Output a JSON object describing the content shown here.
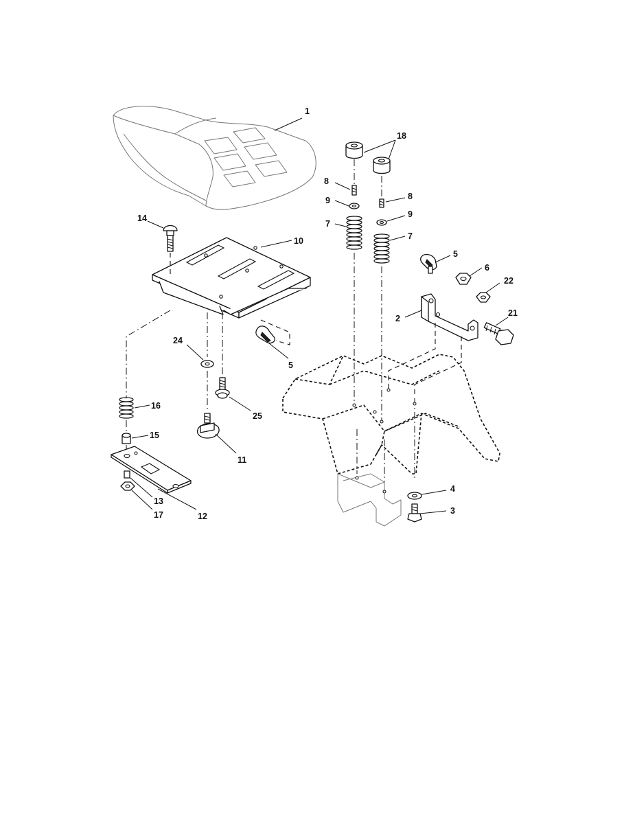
{
  "callouts": {
    "c1": "1",
    "c18": "18",
    "c8a": "8",
    "c8b": "8",
    "c9a": "9",
    "c9b": "9",
    "c7a": "7",
    "c7b": "7",
    "c14": "14",
    "c10": "10",
    "c5a": "5",
    "c5b": "5",
    "c6": "6",
    "c22": "22",
    "c2": "2",
    "c21": "21",
    "c24": "24",
    "c25": "25",
    "c16": "16",
    "c15": "15",
    "c11": "11",
    "c12": "12",
    "c13": "13",
    "c17": "17",
    "c4": "4",
    "c3": "3"
  }
}
